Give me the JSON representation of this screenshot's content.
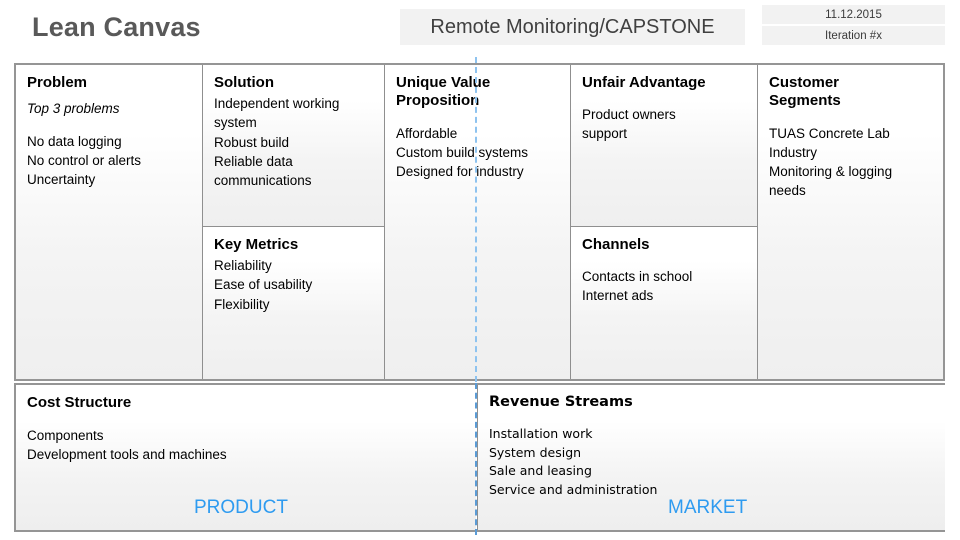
{
  "header": {
    "canvas_title": "Lean Canvas",
    "project_title": "Remote Monitoring/CAPSTONE",
    "date": "11.12.2015",
    "iteration": "Iteration #x"
  },
  "blocks": {
    "problem": {
      "heading": "Problem",
      "subtitle": "Top 3 problems",
      "items": "No data logging\nNo control or alerts\nUncertainty"
    },
    "solution": {
      "heading": "Solution",
      "items": "Independent working system\nRobust build\nReliable data communications"
    },
    "key_metrics": {
      "heading": "Key Metrics",
      "items": "Reliability\nEase of usability\nFlexibility"
    },
    "unique_value_proposition": {
      "heading": "Unique Value Proposition",
      "items": "Affordable\nCustom build systems\nDesigned for industry"
    },
    "unfair_advantage": {
      "heading": "Unfair Advantage",
      "items": "Product owners support"
    },
    "channels": {
      "heading": "Channels",
      "items": "Contacts in school\nInternet ads"
    },
    "customer_segments": {
      "heading": "Customer Segments",
      "items": "TUAS Concrete Lab\nIndustry\nMonitoring & logging needs"
    },
    "cost_structure": {
      "heading": "Cost Structure",
      "items": "Components\nDevelopment tools and machines"
    },
    "revenue_streams": {
      "heading": "Revenue Streams",
      "items": "Installation work\nSystem design\nSale and leasing\nService and administration"
    }
  },
  "zones": {
    "product_label": "PRODUCT",
    "market_label": "MARKET"
  },
  "colors": {
    "zone_label": "#2e9bf0",
    "divider": "#5b9bd5",
    "title": "#595959",
    "box_bg": "#f2f2f2",
    "grid_border": "#959595"
  }
}
